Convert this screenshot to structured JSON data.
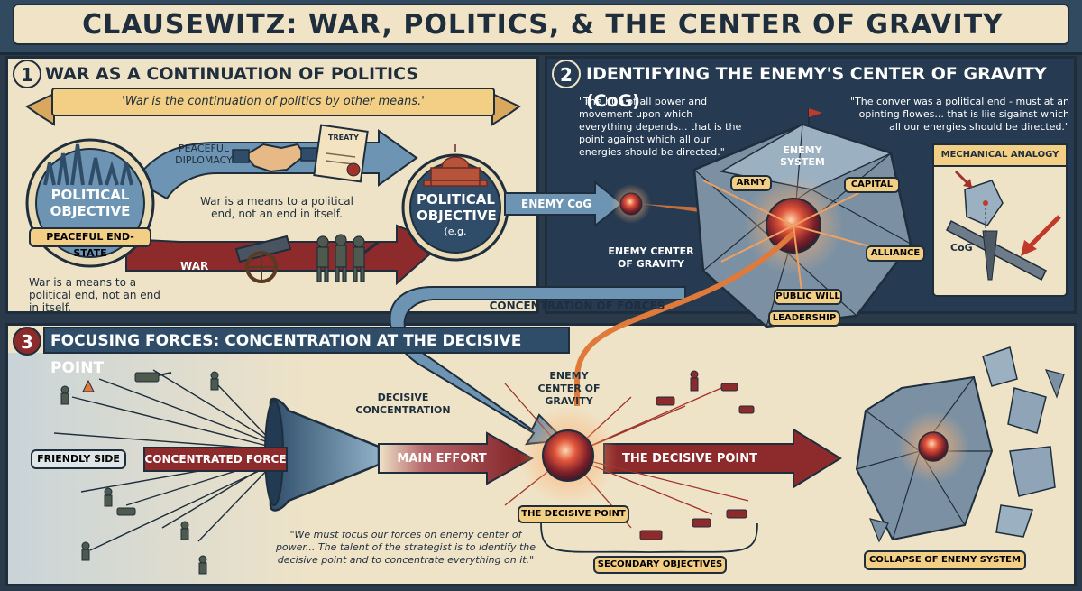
{
  "title": "CLAUSEWITZ: WAR, POLITICS, & THE CENTER OF GRAVITY",
  "section1": {
    "number": "1",
    "heading": "WAR AS A CONTINUATION OF POLITICS",
    "quote": "'War is the continuation of politics by other means.'",
    "left_objective": "POLITICAL OBJECTIVE",
    "end_state": "PEACEFUL END-STATE",
    "diplomacy": "PEACEFUL DIPLOMACY",
    "treaty": "TREATY",
    "center_note": "War is a means to a political end, not an end in itself.",
    "war_label": "WAR",
    "right_objective": "POLITICAL OBJECTIVE",
    "right_objective_sub": "(e.g.",
    "bottom_note": "War is a means to a political end, not an end in itself.",
    "arrow_label": "ENEMY CoG"
  },
  "section2": {
    "number": "2",
    "heading": "IDENTIFYING THE ENEMY'S CENTER OF GRAVITY (CoG)",
    "quote_left": "\"The hub of all power and movement upon which everything depends... that is the point against which all our energies should be directed.\"",
    "quote_right": "\"The conver was a political end - must at an opinting flowes... that is liie sigainst which all our energies should be directed.\"",
    "enemy_system": "ENEMY SYSTEM",
    "nodes": [
      "ARMY",
      "CAPITAL",
      "ALLIANCE",
      "PUBLIC WILL",
      "LEADERSHIP"
    ],
    "cog_label": "ENEMY CENTER OF GRAVITY",
    "analogy_title": "MECHANICAL ANALOGY",
    "analogy_cog": "CoG"
  },
  "connector_label": "CONCENTRATION OF FORCES",
  "section3": {
    "number": "3",
    "heading": "FOCUSING FORCES: CONCENTRATION AT THE DECISIVE POINT",
    "friendly_side": "FRIENDLY SIDE",
    "concentrated_force": "CONCENTRATED FORCE",
    "decisive_concentration": "DECISIVE CONCENTRATION",
    "main_effort": "MAIN EFFORT",
    "cog_label": "ENEMY CENTER OF GRAVITY",
    "decisive_point_arrow": "THE DECISIVE POINT",
    "decisive_point_tag": "THE DECISIVE POINT",
    "secondary": "SECONDARY OBJECTIVES",
    "collapse": "COLLAPSE OF ENEMY SYSTEM",
    "quote": "\"We must focus our forces on enemy center of power... The talent of the strategist is to identify the decisive point and to concentrate everything on it.\""
  },
  "colors": {
    "navy": "#1f2e3c",
    "steel": "#5f86a3",
    "crimson": "#7e1f22",
    "cream": "#efe3c7",
    "orange": "#e07a3a",
    "parchment": "#f3cf86"
  }
}
